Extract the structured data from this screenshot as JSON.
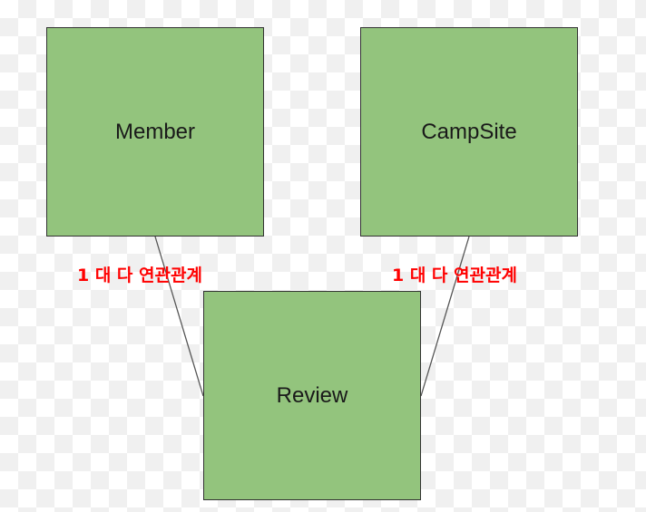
{
  "colors": {
    "entity_fill": "#93c47d",
    "entity_border": "#333333",
    "connector": "#555555",
    "relationship_text": "#ff0000"
  },
  "entities": {
    "member": "Member",
    "campsite": "CampSite",
    "review": "Review"
  },
  "relationships": [
    {
      "from": "Member",
      "to": "Review",
      "label": "1 대 다 연관관계"
    },
    {
      "from": "CampSite",
      "to": "Review",
      "label": "1 대 다 연관관계"
    }
  ]
}
